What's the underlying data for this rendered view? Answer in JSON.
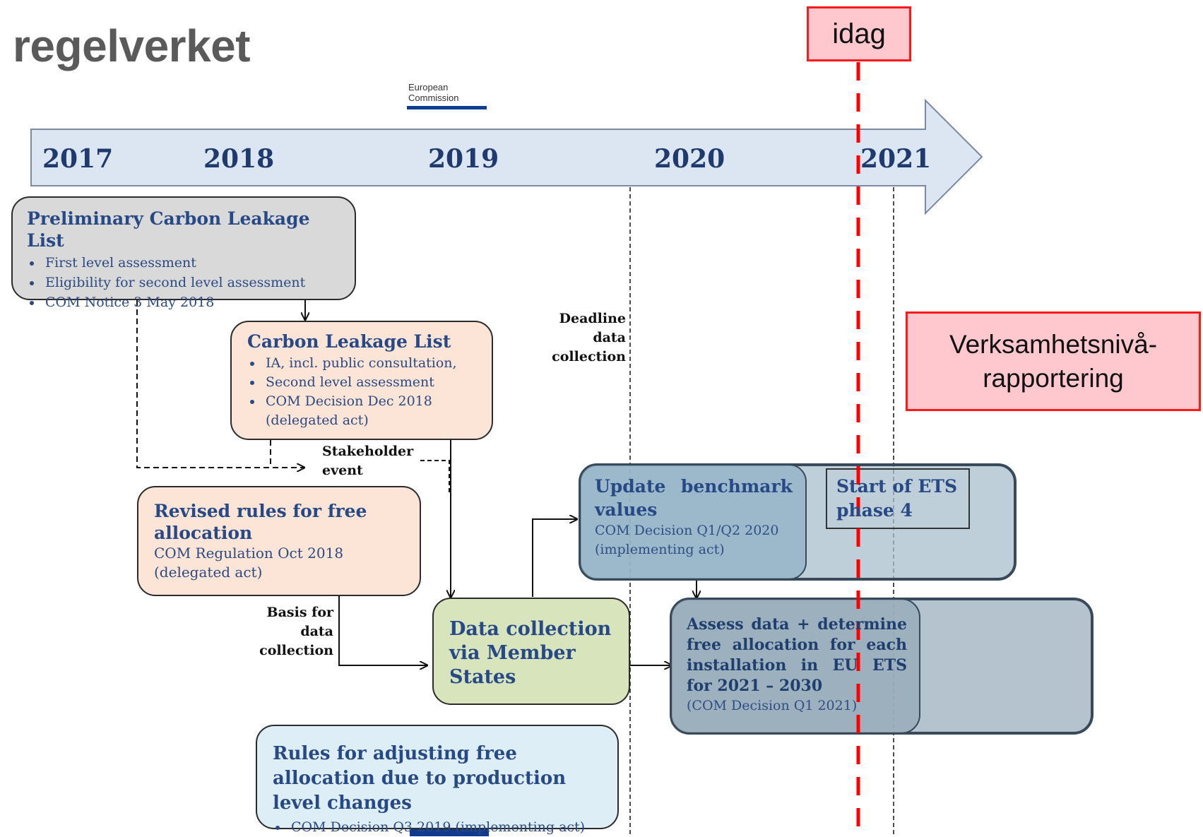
{
  "title": "regelverket",
  "logo": {
    "line1": "European",
    "line2": "Commission"
  },
  "today_marker": "idag",
  "timeline": {
    "years": [
      "2017",
      "2018",
      "2019",
      "2020",
      "2021"
    ]
  },
  "callout": "Verksamhetsnivå-rapportering",
  "boxes": {
    "prelim": {
      "title": "Preliminary Carbon Leakage List",
      "items": [
        "First level assessment",
        "Eligibility for second level assessment",
        "COM Notice 3 May 2018"
      ]
    },
    "cll": {
      "title": "Carbon Leakage List",
      "items": [
        "IA, incl. public consultation,",
        "Second level assessment",
        "COM Decision Dec 2018 (delegated act)"
      ]
    },
    "revised": {
      "title": "Revised rules for free allocation",
      "line1": "COM Regulation Oct 2018",
      "line2": "(delegated act)"
    },
    "datacoll": {
      "title": "Data collection via Member States"
    },
    "update": {
      "title": "Update benchmark values",
      "line1": "COM Decision Q1/Q2 2020",
      "line2": "(implementing act)"
    },
    "ets": {
      "title": "Start of ETS phase 4"
    },
    "assess": {
      "title": "Assess data + determine free allocation for each installation in EU ETS for 2021 – 2030",
      "line1": "(COM Decision Q1 2021)"
    },
    "adjust": {
      "title": "Rules for adjusting free allocation due to production level changes",
      "items": [
        "COM Decision Q3 2019 (implementing act)"
      ]
    }
  },
  "labels": {
    "deadline": [
      "Deadline",
      "data",
      "collection"
    ],
    "stakeholder": [
      "Stakeholder",
      "event"
    ],
    "basis": [
      "Basis for",
      "data",
      "collection"
    ]
  },
  "colors": {
    "arrow_fill": "#dce6f2",
    "prelim_fill": "#d9d9d9",
    "cll_fill": "#fce4d6",
    "datacoll_fill": "#d8e4bc",
    "blue_group_fill": "#8faabb",
    "adjust_fill": "#ddeef6",
    "today_line": "#ff0000"
  }
}
